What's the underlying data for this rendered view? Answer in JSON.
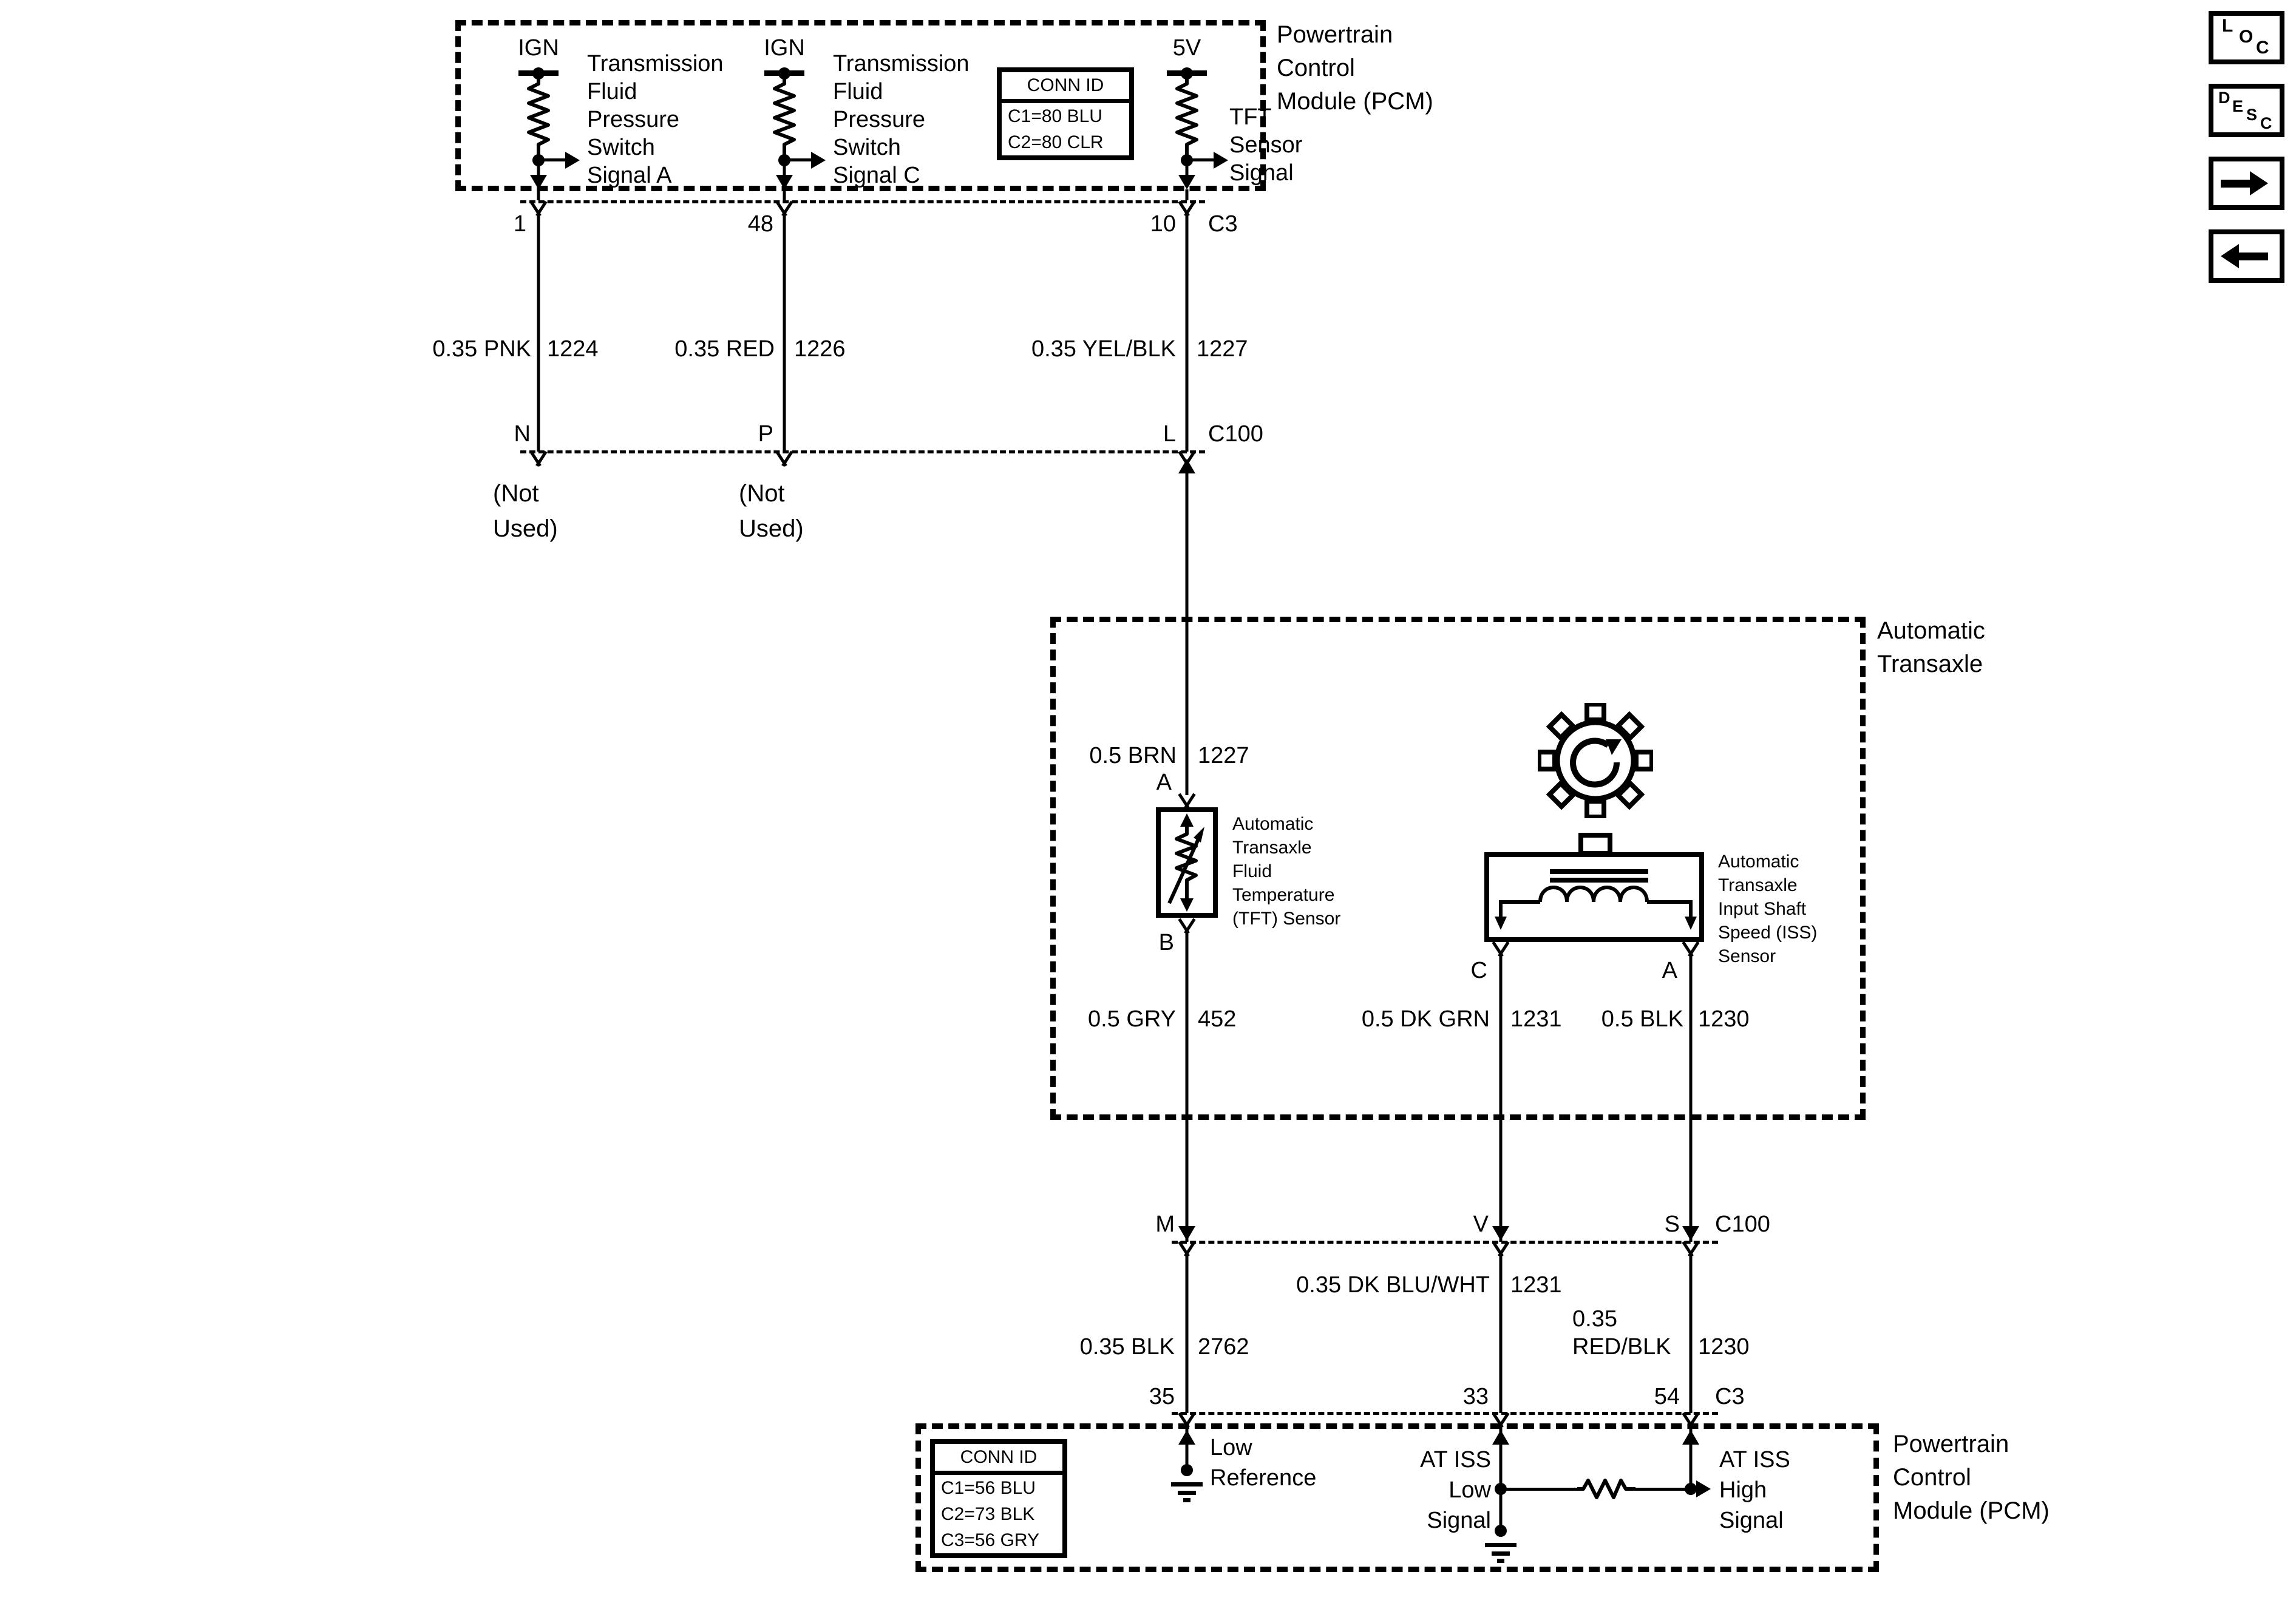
{
  "colors": {
    "ink": "#000000",
    "background": "#ffffff"
  },
  "ui": {
    "loc": [
      "L",
      "O",
      "C"
    ],
    "desc": [
      "D",
      "E",
      "S",
      "C"
    ]
  },
  "top_pcm": {
    "title": [
      "Powertrain",
      "Control",
      "Module (PCM)"
    ],
    "branches": [
      {
        "supply": "IGN",
        "lines": [
          "Transmission",
          "Fluid",
          "Pressure",
          "Switch",
          "Signal A"
        ]
      },
      {
        "supply": "IGN",
        "lines": [
          "Transmission",
          "Fluid",
          "Pressure",
          "Switch",
          "Signal C"
        ]
      },
      {
        "supply": "5V",
        "lines": [
          "TFT",
          "Sensor",
          "Signal"
        ]
      }
    ],
    "conn_id": {
      "title": "CONN ID",
      "rows": [
        "C1=80 BLU",
        "C2=80 CLR"
      ]
    }
  },
  "c3_top": {
    "pins": [
      "1",
      "48",
      "10"
    ],
    "name": "C3"
  },
  "wires_upper": [
    {
      "spec": "0.35 PNK",
      "circuit": "1224"
    },
    {
      "spec": "0.35 RED",
      "circuit": "1226"
    },
    {
      "spec": "0.35 YEL/BLK",
      "circuit": "1227"
    }
  ],
  "c100_top": {
    "pins": [
      "N",
      "P",
      "L"
    ],
    "name": "C100",
    "not_used": [
      "(Not",
      "Used)"
    ]
  },
  "transaxle": {
    "title": [
      "Automatic",
      "Transaxle"
    ],
    "wire_a": {
      "spec": "0.5 BRN",
      "circuit": "1227"
    },
    "tft": {
      "pin_top": "A",
      "pin_bottom": "B",
      "label": [
        "Automatic",
        "Transaxle",
        "Fluid",
        "Temperature",
        "(TFT) Sensor"
      ]
    },
    "iss": {
      "pin_left": "C",
      "pin_right": "A",
      "label": [
        "Automatic",
        "Transaxle",
        "Input Shaft",
        "Speed (ISS)",
        "Sensor"
      ]
    },
    "wires": [
      {
        "spec": "0.5 GRY",
        "circuit": "452"
      },
      {
        "spec": "0.5 DK GRN",
        "circuit": "1231"
      },
      {
        "spec": "0.5 BLK",
        "circuit": "1230"
      }
    ]
  },
  "c100_bottom": {
    "pins": [
      "M",
      "V",
      "S"
    ],
    "name": "C100"
  },
  "wires_lower": {
    "blu_wht": {
      "spec": "0.35 DK BLU/WHT",
      "circuit": "1231"
    },
    "blk": {
      "spec": "0.35 BLK",
      "circuit": "2762"
    },
    "red_blk": {
      "spec_l1": "0.35",
      "spec_l2": "RED/BLK",
      "circuit": "1230"
    }
  },
  "c3_bottom": {
    "pins": [
      "35",
      "33",
      "54"
    ],
    "name": "C3"
  },
  "bottom_pcm": {
    "title": [
      "Powertrain",
      "Control",
      "Module (PCM)"
    ],
    "conn_id": {
      "title": "CONN ID",
      "rows": [
        "C1=56 BLU",
        "C2=73 BLK",
        "C3=56 GRY"
      ]
    },
    "low_reference": [
      "Low",
      "Reference"
    ],
    "at_iss_low": [
      "AT ISS",
      "Low",
      "Signal"
    ],
    "at_iss_high": [
      "AT ISS",
      "High",
      "Signal"
    ]
  }
}
